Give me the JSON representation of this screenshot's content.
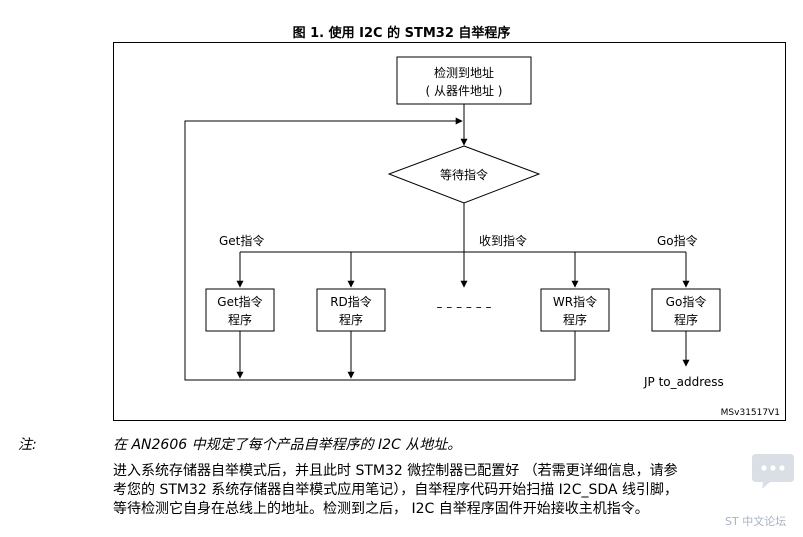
{
  "figure_title": "图 1. 使用 I2C 的 STM32 自举程序",
  "diagram": {
    "start_box": {
      "line1": "检测到地址",
      "line2": "( 从器件地址 )"
    },
    "decision": "等待指令",
    "branch_labels": {
      "get": "Get指令",
      "received": "收到指令",
      "go": "Go指令"
    },
    "boxes": [
      {
        "line1": "Get指令",
        "line2": "程序"
      },
      {
        "line1": "RD指令",
        "line2": "程序"
      },
      {
        "line1": "WR指令",
        "line2": "程序"
      },
      {
        "line1": "Go指令",
        "line2": "程序"
      }
    ],
    "ellipsis": "– – – – – –",
    "jump_label": "JP to_address",
    "figure_id": "MSv31517V1"
  },
  "note": {
    "label": "注:",
    "text": "在 AN2606 中规定了每个产品自举程序的 I2C 从地址。"
  },
  "paragraph": [
    "进入系统存储器自举模式后，并且此时 STM32 微控制器已配置好 （若需更详细信息，请参",
    "考您的 STM32 系统存储器自举模式应用笔记），自举程序代码开始扫描 I2C_SDA 线引脚，",
    "等待检测它自身在总线上的地址。检测到之后， I2C 自举程序固件开始接收主机指令。"
  ],
  "watermark": "ST 中文论坛"
}
